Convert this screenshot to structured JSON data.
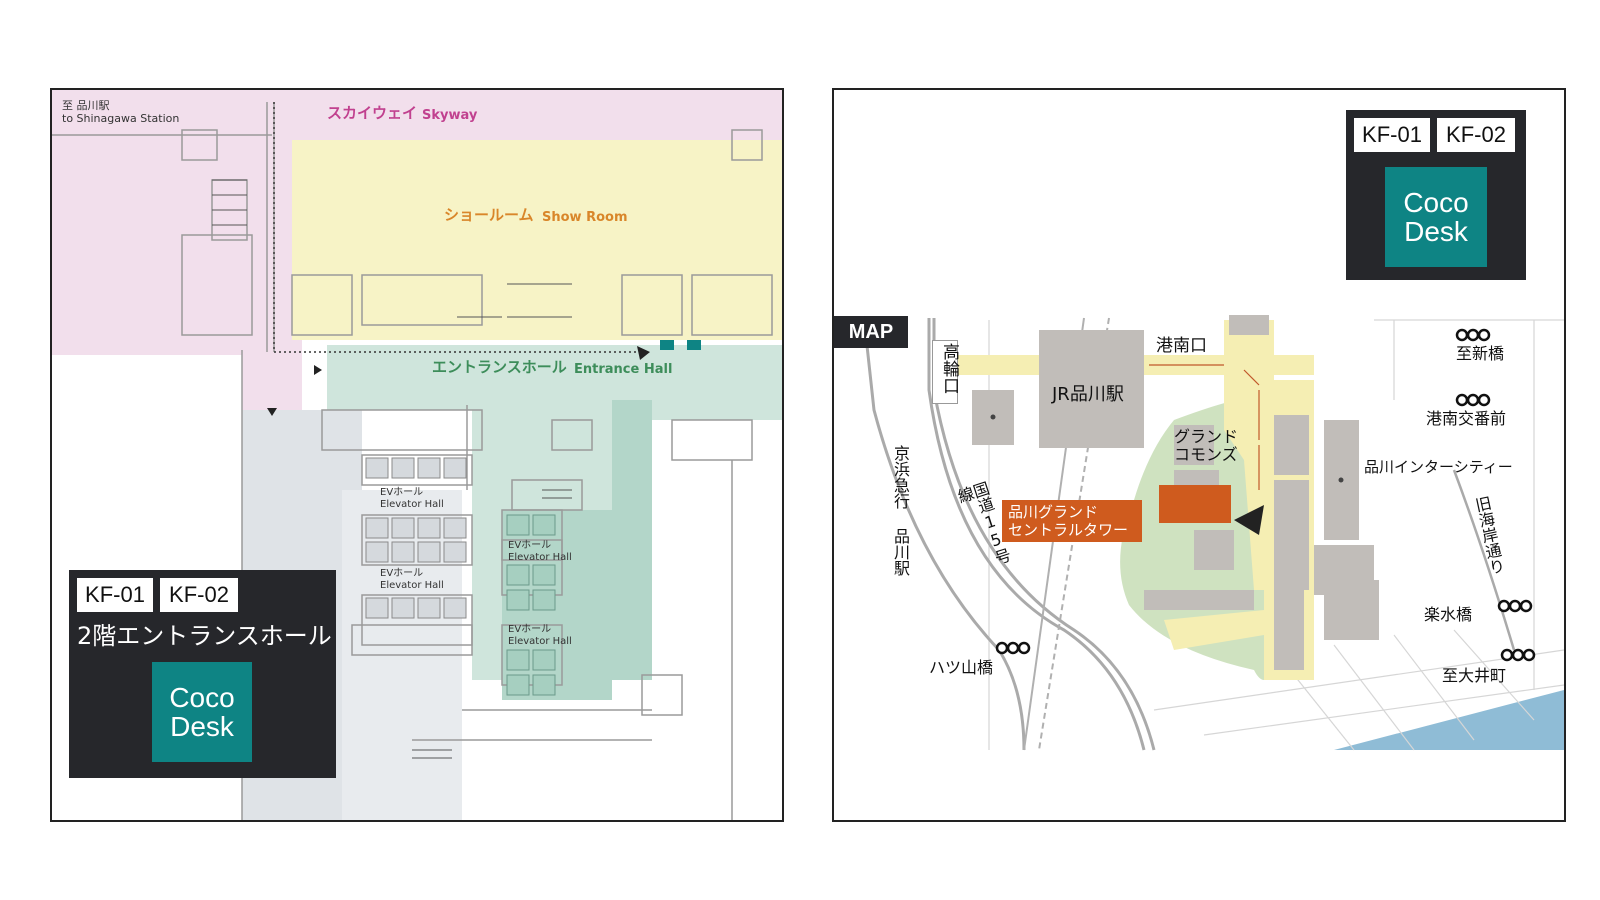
{
  "floor_plan": {
    "station_ja": "至 品川駅",
    "station_en": "to Shinagawa Station",
    "skyway_ja": "スカイウェイ",
    "skyway_en": "Skyway",
    "showroom_ja": "ショールーム",
    "showroom_en": "Show Room",
    "entrance_ja": "エントランスホール",
    "entrance_en": "Entrance Hall",
    "ev_halls": [
      {
        "ja": "EVホール",
        "en": "Elevator Hall"
      },
      {
        "ja": "EVホール",
        "en": "Elevator Hall"
      },
      {
        "ja": "EVホール",
        "en": "Elevator Hall"
      },
      {
        "ja": "EVホール",
        "en": "Elevator Hall"
      }
    ],
    "card": {
      "kf1": "KF-01",
      "kf2": "KF-02",
      "floor_title": "2階エントランスホール",
      "logo_line1": "Coco",
      "logo_line2": "Desk"
    },
    "colors": {
      "skyway": "#f2dfec",
      "showroom": "#f7f3c6",
      "entrance": "#cfe5dc",
      "ev_zone": "#b3d6c9",
      "grey_zone": "#dfe3e7",
      "magenta_label": "#c1418f",
      "orange_label": "#d9862a",
      "green_label": "#3d8d5a"
    }
  },
  "map": {
    "map_badge": "MAP",
    "takanawa_exit": "高輪口",
    "jr_station": "JR品川駅",
    "konan_exit": "港南口",
    "grand_commons": "グランドコモンズ",
    "target_building_line1": "品川グランド",
    "target_building_line2": "セントラルタワー",
    "keikyu": "京浜急行 品川駅",
    "route15": "国道15号線",
    "shinagawa_intercity": "品川インターシティー",
    "kyu_kaigan": "旧海岸通り",
    "to_shinbashi": "至新橋",
    "konan_kouban": "港南交番前",
    "rakusui": "楽水橋",
    "yatsuyama": "ハツ山橋",
    "to_oimachi": "至大井町",
    "card": {
      "kf1": "KF-01",
      "kf2": "KF-02",
      "logo_line1": "Coco",
      "logo_line2": "Desk"
    },
    "colors": {
      "park": "#cfe2c0",
      "walkway": "#f5eeb3",
      "building": "#c1bdb9",
      "target": "#cf5b1e",
      "water": "#8fbcd6",
      "road": "#aaaaaa"
    }
  }
}
